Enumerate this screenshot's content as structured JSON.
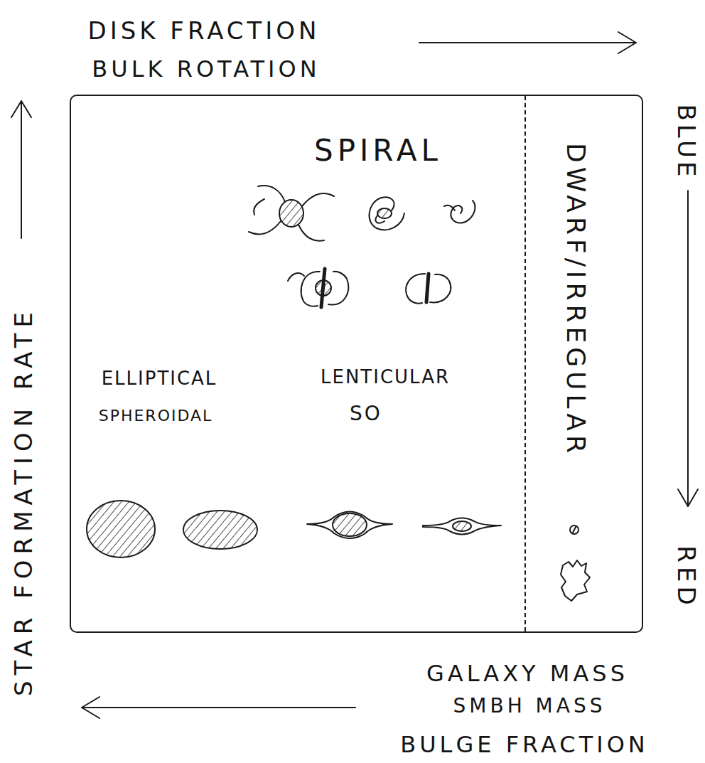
{
  "diagram": {
    "nodes": [
      {
        "text": [
          "SPIRAL",
          "ELLIPTICAL",
          "SPHEROIDAL",
          "LENTICULAR",
          "SO"
        ]
      },
      {
        "text": [
          "DWARF/IRREGULAR"
        ],
        "in": 0
      }
    ],
    "labels": [
      "DISK FRACTION",
      "BULK ROTATION",
      "STAR FORMATION RATE",
      "BLUE",
      "RED",
      "GALAXY MASS",
      "SMBH MASS",
      "BULGE FRACTION"
    ]
  }
}
